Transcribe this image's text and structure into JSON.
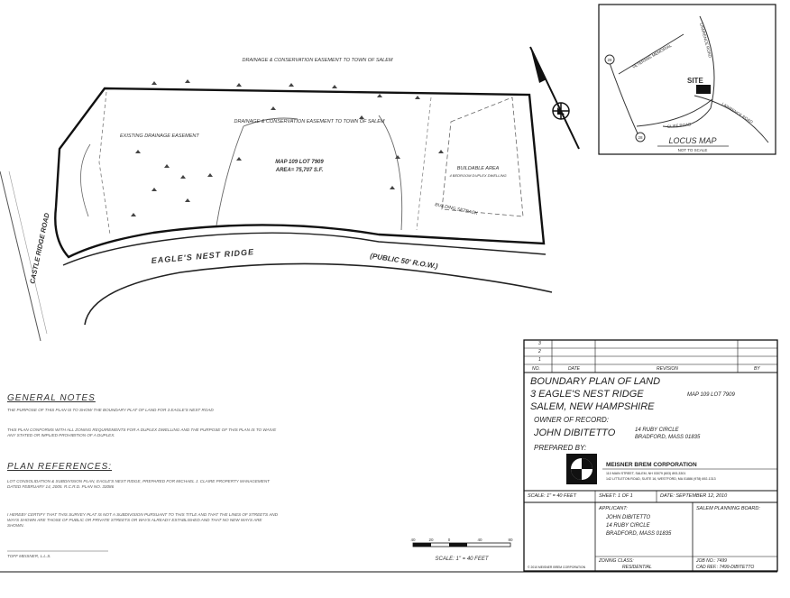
{
  "plan": {
    "map_lot": "MAP 109 LOT 7909",
    "area": "AREA= 75,707 S.F.",
    "drainage_top": "DRAINAGE & CONSERVATION EASEMENT TO TOWN OF SALEM",
    "drainage_mid": "DRAINAGE & CONSERVATION EASEMENT TO TOWN OF SALEM",
    "existing_drainage": "EXISTING DRAINAGE EASEMENT",
    "buildable_area": "BUILDABLE AREA",
    "buildable_sub": "4 BEDROOM DUPLEX DWELLING",
    "building_setback": "BUILDING SETBACK",
    "street": "EAGLE'S NEST RIDGE",
    "row": "(PUBLIC 50' R.O.W.)",
    "castle_ridge": "CASTLE RIDGE ROAD"
  },
  "locus": {
    "title": "LOCUS MAP",
    "subtitle": "NOT TO SCALE",
    "site": "SITE",
    "route_a": "28",
    "route_b": "28",
    "road_a": "LAWRENCE ROAD",
    "road_b": "VETERANS MEMORIAL",
    "road_c": "CLIFF ROAD",
    "road_d": "LAWRENCE ROAD"
  },
  "notes": {
    "general_title": "GENERAL NOTES",
    "note1": "THE PURPOSE OF THIS PLAN IS TO SHOW THE BOUNDARY PLAT OF LAND FOR 3 EAGLE'S NEST ROAD",
    "note2": "THIS PLAN CONFORMS WITH ALL ZONING REQUIREMENTS FOR A DUPLEX DWELLING AND THE PURPOSE OF THIS PLAN IS TO WAIVE ANY STATED OR IMPLIED PROHIBITION OF A DUPLEX.",
    "refs_title": "PLAN REFERENCES:",
    "ref1": "LOT CONSOLIDATION & SUBDIVISION PLAN, EAGLE'S NEST RIDGE, PREPARED FOR MICHAEL J. CLAIRE PROPERTY MANAGEMENT DATED FEBRUARY 14, 2005. R.C.R.D. PLAN NO. 33086",
    "cert": "I HEREBY CERTIFY THAT THIS SURVEY PLAT IS NOT A SUBDIVISION PURSUANT TO THIS TITLE AND THAT THE LINES OF STREETS AND WAYS SHOWN ARE THOSE OF PUBLIC OR PRIVATE STREETS OR WAYS ALREADY ESTABLISHED AND THAT NO NEW WAYS ARE SHOWN.",
    "signer": "TOFF MEISNER, L.L.S."
  },
  "scale_bar": {
    "ticks": [
      "40",
      "20",
      "0",
      "40",
      "80"
    ],
    "label": "SCALE: 1\" = 40 FEET"
  },
  "title_block": {
    "rev_rows": [
      "3",
      "2",
      "1"
    ],
    "rev_headers": {
      "no": "NO.",
      "date": "DATE",
      "revision": "REVISION",
      "by": "BY"
    },
    "title_line1": "BOUNDARY PLAN OF LAND",
    "title_line2": "3 EAGLE'S NEST RIDGE",
    "map_lot": "MAP 109   LOT 7909",
    "title_line3": "SALEM, NEW HAMPSHIRE",
    "owner_label": "OWNER OF RECORD:",
    "owner": "JOHN DIBITETTO",
    "owner_address1": "14 RUBY CIRCLE",
    "owner_address2": "BRADFORD, MASS 01835",
    "prepared_by": "PREPARED BY:",
    "firm": "MEISNER BREM CORPORATION",
    "firm_addr1": "110 MAIN STREET, SALEM, NH 03079   (603) 893-3301",
    "firm_addr2": "142 LITTLETON ROAD, SUITE 16, WESTFORD, MA 01886   (978) 692-1313",
    "scale": "SCALE: 1\" = 40 FEET",
    "sheet": "SHEET: 1 OF 1",
    "date": "DATE: SEPTEMBER 12, 2010",
    "applicant_label": "APPLICANT:",
    "applicant1": "JOHN DIBITETTO",
    "applicant2": "14 RUBY CIRCLE",
    "applicant3": "BRADFORD, MASS 01835",
    "board": "SALEM PLANNING BOARD:",
    "zoning_label": "ZONING CLASS:",
    "zoning": "RESIDENTIAL",
    "job_no": "JOB NO.: 7499",
    "cad_ref": "CAD REF.: 7499-DIBITETTO",
    "copyright": "© 2010 MEISNER BREM CORPORATION"
  }
}
